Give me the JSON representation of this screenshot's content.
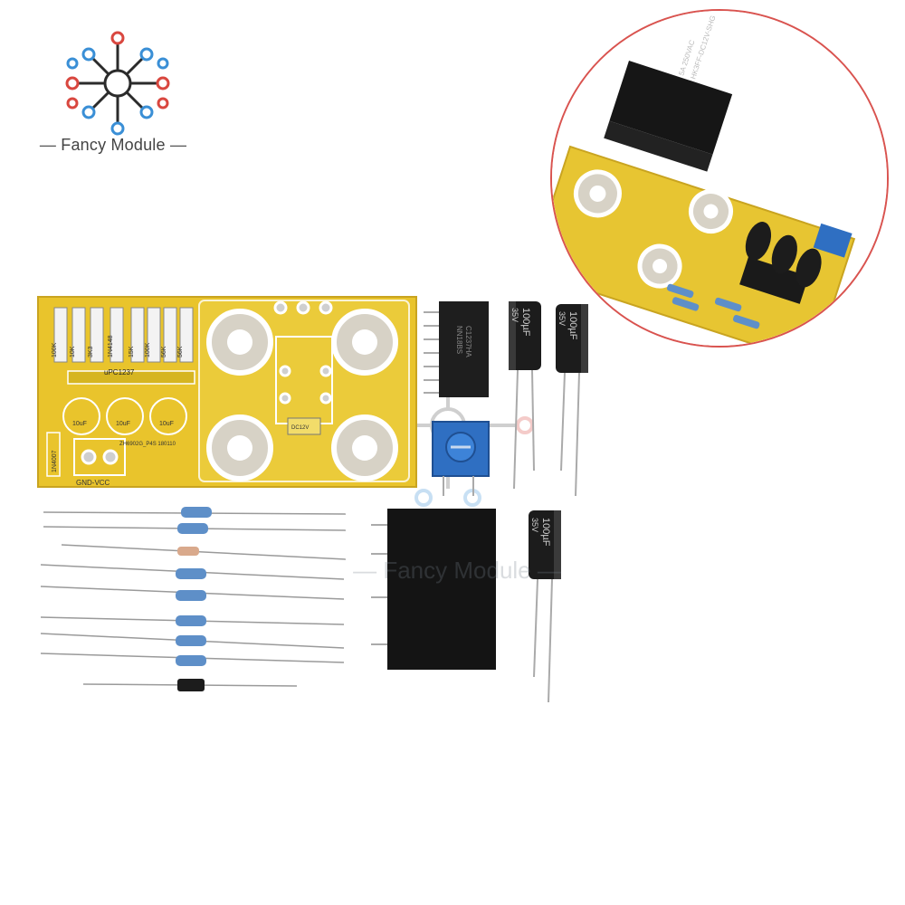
{
  "brand": {
    "name": "Fancy Module",
    "dash_left": "—",
    "dash_right": "—",
    "colors": {
      "red": "#d9473f",
      "blue": "#3a8fd6",
      "dark": "#2b2b2b"
    }
  },
  "inset": {
    "relay_markings": [
      "5A 250VAC",
      "HK3FF-DC12V-SHG"
    ],
    "border_color": "#d9534f"
  },
  "pcb": {
    "color": "#e8c62a",
    "chip_label": "uPC1237",
    "resistor_labels": [
      "100K",
      "10K",
      "3K3",
      "1N4148",
      "15K",
      "100K",
      "56K",
      "56K"
    ],
    "cap_labels": [
      "10uF",
      "10uF",
      "10uF"
    ],
    "diode_label": "1N4007",
    "terminal_label": "GND-VCC",
    "board_code": "ZH6902G_P4S 180110",
    "relay_box_label": "DC12V"
  },
  "components": {
    "ic_marking": [
      "C1237HA",
      "NN18BS"
    ],
    "capacitor_value": "100µF",
    "capacitor_voltage": "35V",
    "capacitor_count": 3
  },
  "watermark": {
    "text": "Fancy Module"
  }
}
